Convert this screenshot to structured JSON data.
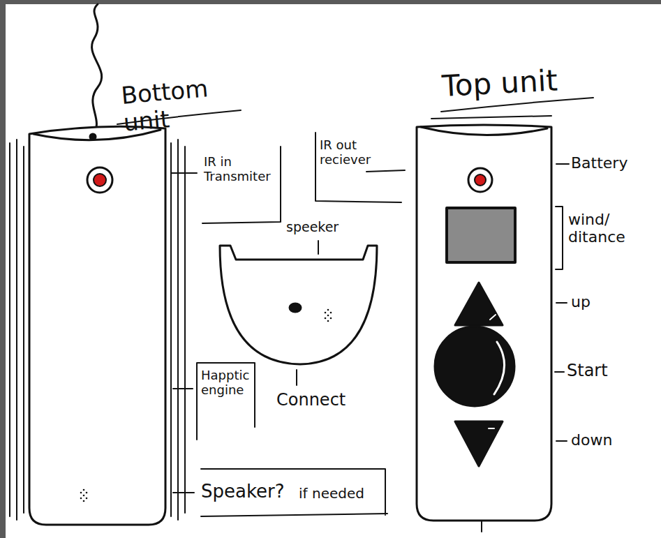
{
  "diagram": {
    "labels": [
      "Bottom unit",
      "Top unit",
      "IR in Transmiter",
      "IR out reciever",
      "speeker",
      "Battery",
      "wind/ ditance",
      "up",
      "Start",
      "down",
      "Happtic engine",
      "Connect",
      "Speaker?",
      "if needed"
    ]
  }
}
